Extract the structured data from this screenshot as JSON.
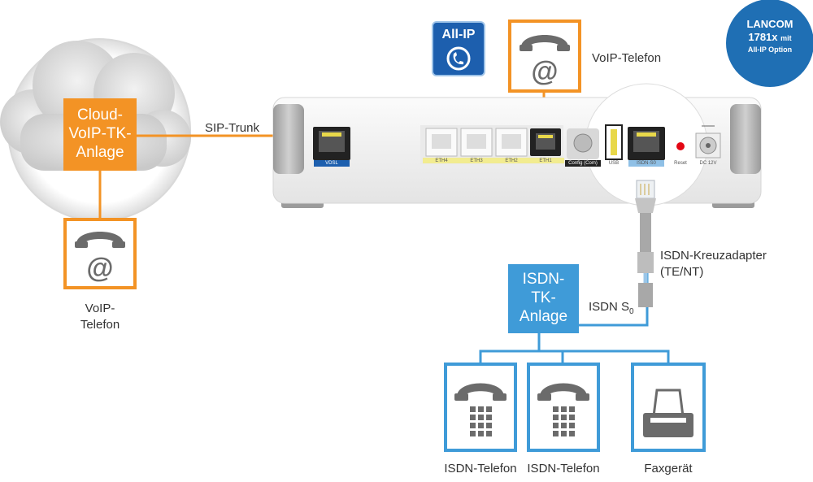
{
  "badge": {
    "text": "All-IP"
  },
  "brand": {
    "line1": "LANCOM",
    "model": "1781x",
    "mit": "mit",
    "line3": "All-IP Option"
  },
  "cloud_box": {
    "lines": [
      "Cloud-",
      "VoIP-TK-",
      "Anlage"
    ]
  },
  "links": {
    "sip_trunk": "SIP-Trunk",
    "isdn_so": "ISDN S",
    "isdn_so_sub": "0"
  },
  "voip_phone_top": {
    "label": "VoIP-Telefon"
  },
  "voip_phone_left": {
    "lines": [
      "VoIP-",
      "Telefon"
    ]
  },
  "adapter": {
    "lines": [
      "ISDN-Kreuzadapter",
      "(TE/NT)"
    ]
  },
  "pbx_box": {
    "lines": [
      "ISDN-",
      "TK-",
      "Anlage"
    ]
  },
  "devices": {
    "isdn_phone_1": "ISDN-Telefon",
    "isdn_phone_2": "ISDN-Telefon",
    "fax": "Faxgerät"
  },
  "ports": {
    "vdsl": "VDSL",
    "eth4": "ETH4",
    "eth3": "ETH3",
    "eth2": "ETH2",
    "eth1": "ETH1",
    "config": "Config (Com)",
    "usb": "USB",
    "isdn": "ISDN-S0",
    "reset": "Reset",
    "dc": "DC 12V"
  },
  "colors": {
    "orange": "#f39325",
    "blue": "#3f9bd8",
    "brand_blue": "#1f6fb4",
    "badge_blue": "#1d5fae"
  },
  "icons": [
    "all-ip-phone-icon",
    "at-phone-icon",
    "keypad-phone-icon",
    "fax-icon",
    "cloud-icon",
    "rj45-plug-icon"
  ]
}
